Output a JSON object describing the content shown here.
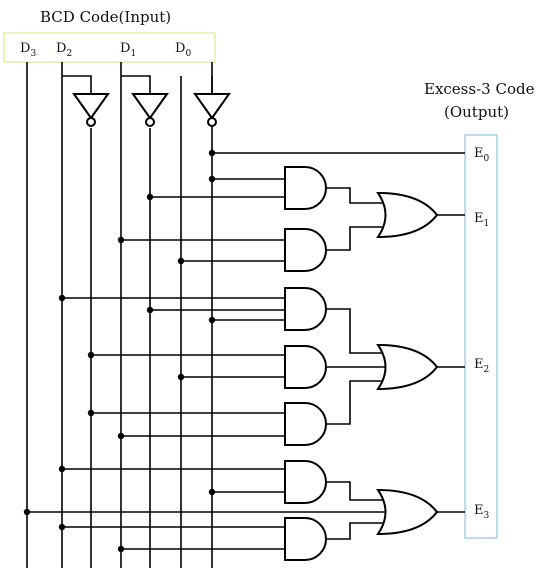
{
  "input": {
    "title": "BCD Code(Input)",
    "pins": [
      {
        "letter": "D",
        "sub": "3"
      },
      {
        "letter": "D",
        "sub": "2"
      },
      {
        "letter": "D",
        "sub": "1"
      },
      {
        "letter": "D",
        "sub": "0"
      }
    ]
  },
  "output": {
    "title_line1": "Excess-3 Code",
    "title_line2": "(Output)",
    "pins": [
      {
        "letter": "E",
        "sub": "0"
      },
      {
        "letter": "E",
        "sub": "1"
      },
      {
        "letter": "E",
        "sub": "2"
      },
      {
        "letter": "E",
        "sub": "3"
      }
    ]
  },
  "gates": {
    "not_count": 3,
    "and_count": 7,
    "or_count": 3
  }
}
